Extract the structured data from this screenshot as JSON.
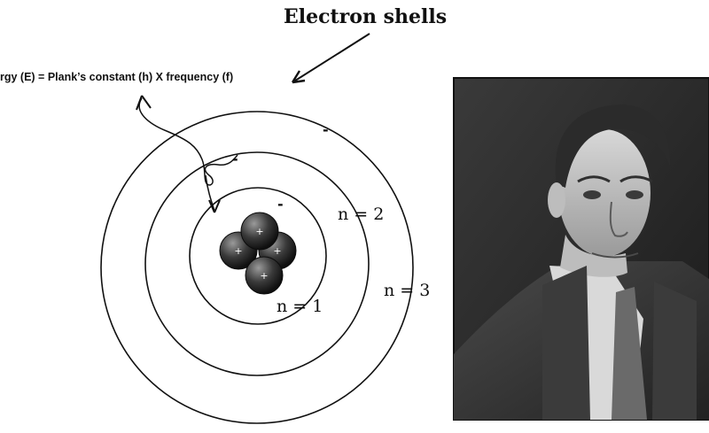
{
  "diagram": {
    "title": "Electron shells",
    "formula": "rgy (E) = Plank’s constant (h) X frequency (f)",
    "shells": [
      {
        "label": "n = 1"
      },
      {
        "label": "n = 2"
      },
      {
        "label": "n = 3"
      }
    ],
    "electron_sign": "-",
    "proton_sign": "+",
    "colors": {
      "line": "#111111",
      "nucleus_dark": "#1a1a1a",
      "nucleus_light": "#8a8a8a"
    }
  },
  "portrait": {
    "kind": "black-and-white photograph of a man in suit and tie"
  }
}
